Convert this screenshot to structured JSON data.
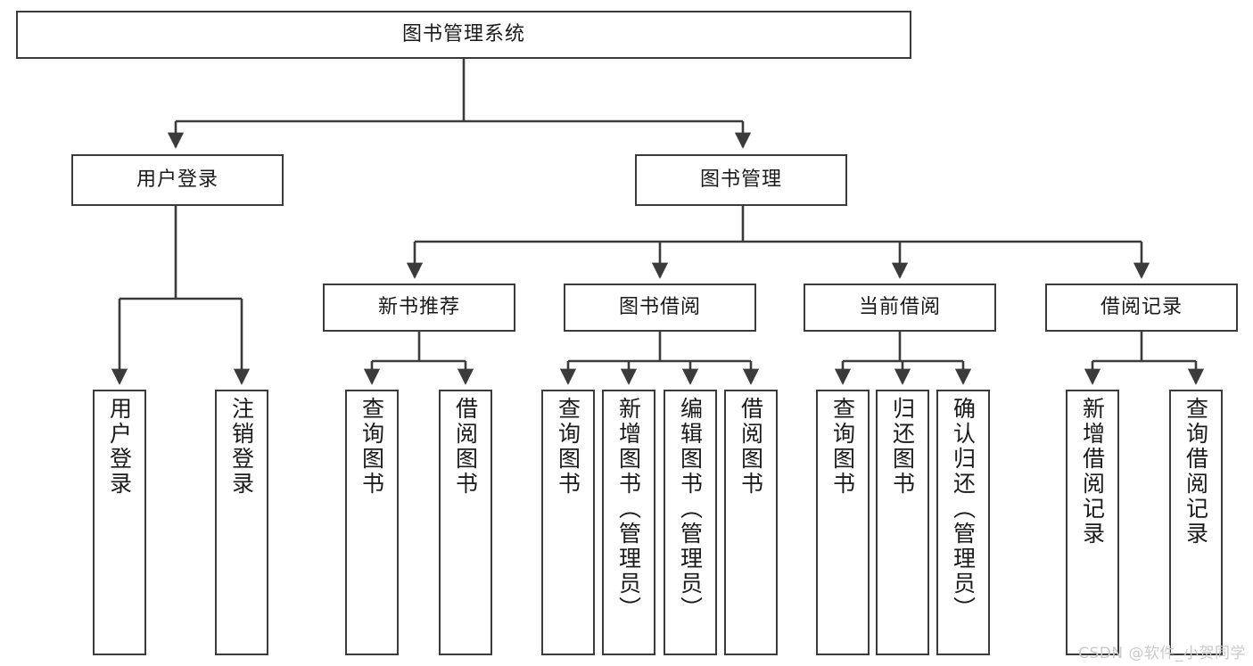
{
  "diagram": {
    "title": "图书管理系统",
    "watermark": "CSDN @软件_小贺同学",
    "line_color": "#3b3b3b",
    "box_fill": "#ffffff",
    "text_color": "#1a1a1a",
    "watermark_color": "#c9c9c9"
  },
  "nodes": {
    "root": {
      "label": "图书管理系统"
    },
    "level1": [
      {
        "label": "用户登录"
      },
      {
        "label": "图书管理"
      }
    ],
    "level2": [
      {
        "label": "新书推荐"
      },
      {
        "label": "图书借阅"
      },
      {
        "label": "当前借阅"
      },
      {
        "label": "借阅记录"
      }
    ],
    "leaves": {
      "user_login": [
        {
          "label": "用户登录"
        },
        {
          "label": "注销登录"
        }
      ],
      "new_book": [
        {
          "label": "查询图书"
        },
        {
          "label": "借阅图书"
        }
      ],
      "book_borrow": [
        {
          "label": "查询图书"
        },
        {
          "label": "新增图书（管理员）"
        },
        {
          "label": "编辑图书（管理员）"
        },
        {
          "label": "借阅图书"
        }
      ],
      "current_borrow": [
        {
          "label": "查询图书"
        },
        {
          "label": "归还图书"
        },
        {
          "label": "确认归还（管理员）"
        }
      ],
      "borrow_record": [
        {
          "label": "新增借阅记录"
        },
        {
          "label": "查询借阅记录"
        }
      ]
    }
  }
}
